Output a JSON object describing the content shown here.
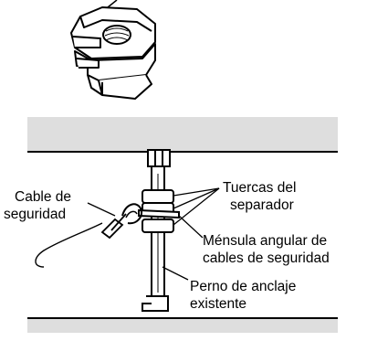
{
  "labels": {
    "safety_cable": [
      "Cable de",
      "seguridad"
    ],
    "spacer_nuts": [
      "Tuercas del",
      "separador"
    ],
    "angle_bracket": [
      "Ménsula angular de",
      "cables de seguridad"
    ],
    "anchor_bolt": [
      "Perno de anclaje",
      "existente"
    ]
  },
  "colors": {
    "slab_fill": "#dedede",
    "line": "#000000",
    "background": "#ffffff"
  },
  "icons": {
    "nut": "spacer-nut-icon"
  }
}
